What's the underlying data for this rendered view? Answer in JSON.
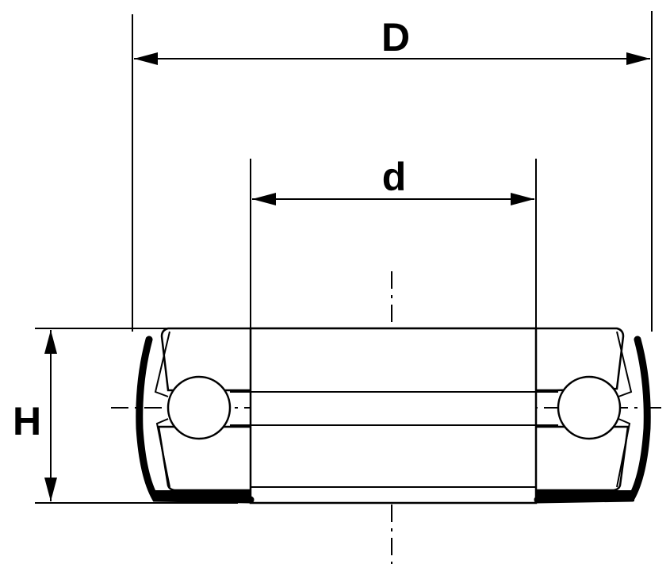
{
  "drawing": {
    "labels": {
      "outer_diameter": "D",
      "inner_diameter": "d",
      "height": "H"
    },
    "colors": {
      "line": "#000000",
      "background": "#ffffff"
    }
  }
}
